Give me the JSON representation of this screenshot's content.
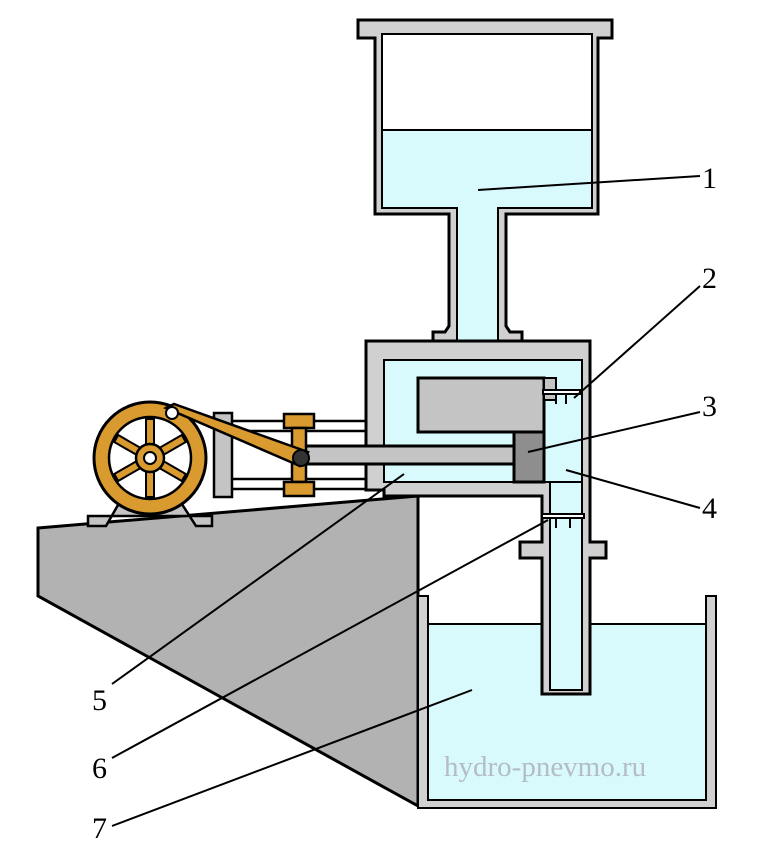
{
  "colors": {
    "liquid": "#d8fafc",
    "wall": "#d0d0d0",
    "base": "#b2b2b2",
    "plunger": "#c4c4c4",
    "piston": "#8e8e8e",
    "brass": "#d99a30",
    "outline": "#000000",
    "watermark": "#b4bcc4"
  },
  "labels": [
    {
      "id": "1",
      "text": "1"
    },
    {
      "id": "2",
      "text": "2"
    },
    {
      "id": "3",
      "text": "3"
    },
    {
      "id": "4",
      "text": "4"
    },
    {
      "id": "5",
      "text": "5"
    },
    {
      "id": "6",
      "text": "6"
    },
    {
      "id": "7",
      "text": "7"
    }
  ],
  "watermark": "hydro-pnevmo.ru"
}
